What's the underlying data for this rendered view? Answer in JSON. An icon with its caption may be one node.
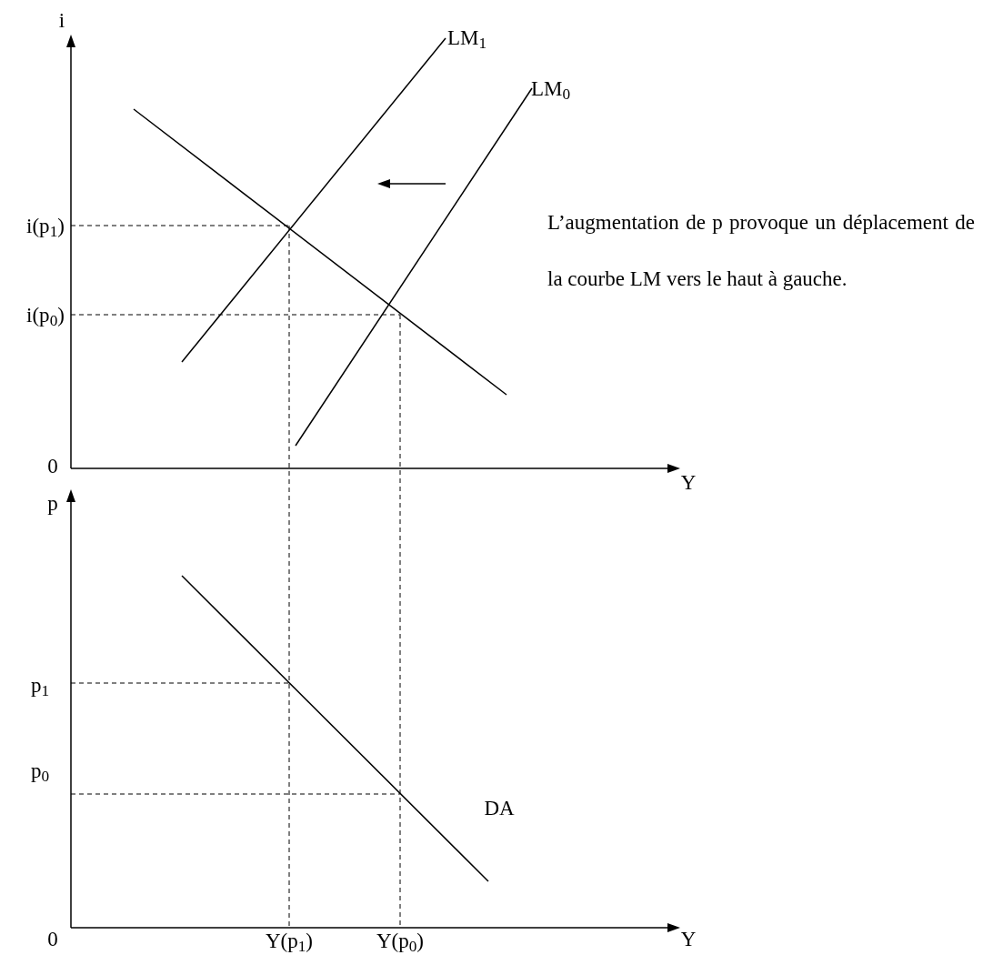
{
  "diagram": {
    "labels": [
      "i",
      "LM$_{1}$",
      "LM$_{0}$",
      "L’augmentation de p provoque un déplacement de la courbe LM vers le haut à gauche.",
      "i(p$_{1}$)",
      "i(p$_{0}$)",
      "0",
      "Y",
      "p",
      "p$_{1}$",
      "p$_{0}$",
      "DA",
      "0",
      "Y(p$_{1}$)",
      "Y(p$_{0}$)",
      "Y"
    ]
  }
}
